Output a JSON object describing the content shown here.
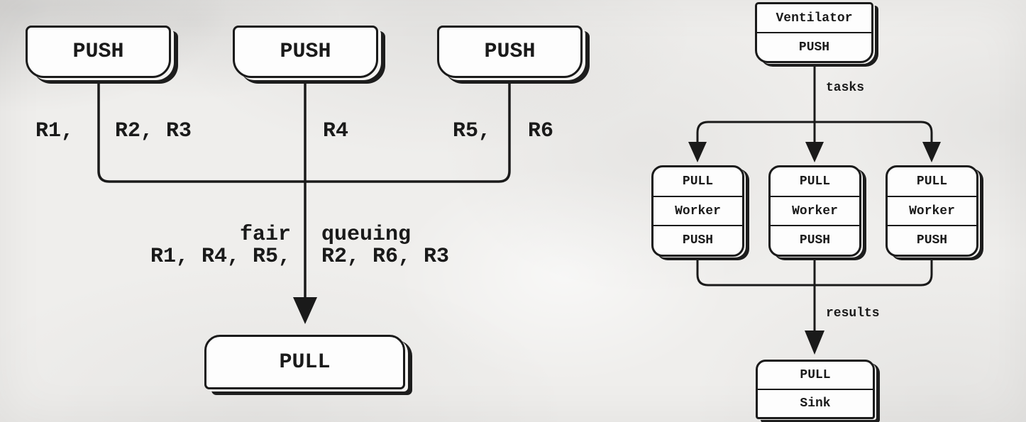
{
  "left": {
    "push_labels": [
      "PUSH",
      "PUSH",
      "PUSH"
    ],
    "edge_labels": {
      "r1": "R1,",
      "r23": "R2, R3",
      "r4": "R4",
      "r5": "R5,",
      "r6": "R6"
    },
    "fair_queuing": {
      "left_word": "fair",
      "right_word": "queuing",
      "left_seq": "R1, R4, R5,",
      "right_seq": "R2, R6, R3"
    },
    "pull_label": "PULL"
  },
  "right": {
    "ventilator": {
      "title": "Ventilator",
      "socket": "PUSH"
    },
    "tasks_label": "tasks",
    "workers": [
      {
        "in_socket": "PULL",
        "title": "Worker",
        "out_socket": "PUSH"
      },
      {
        "in_socket": "PULL",
        "title": "Worker",
        "out_socket": "PUSH"
      },
      {
        "in_socket": "PULL",
        "title": "Worker",
        "out_socket": "PUSH"
      }
    ],
    "results_label": "results",
    "sink": {
      "socket": "PULL",
      "title": "Sink"
    }
  },
  "colors": {
    "ink": "#1a1a1a",
    "paper": "#efeeec",
    "box_fill": "#fdfdfd",
    "shadow": "#1d1d1d"
  }
}
